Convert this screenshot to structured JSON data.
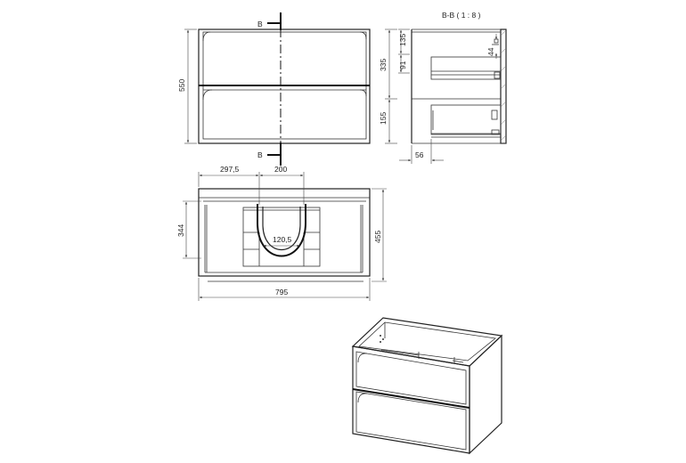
{
  "section": {
    "marker": "B",
    "title": "B-B ( 1 : 8 )"
  },
  "front_view": {
    "height_label": "550"
  },
  "section_view": {
    "dims": {
      "top_gap": "135",
      "drawer_height": "335",
      "rail_offset": "91",
      "slide_height": "44",
      "lower_drawer": "155",
      "depth_offset": "56"
    }
  },
  "top_view": {
    "dims": {
      "left_offset": "297,5",
      "cutout_width": "200",
      "inner_depth": "344",
      "overall_depth": "455",
      "cutout_gap": "120,5",
      "overall_width": "795"
    }
  }
}
